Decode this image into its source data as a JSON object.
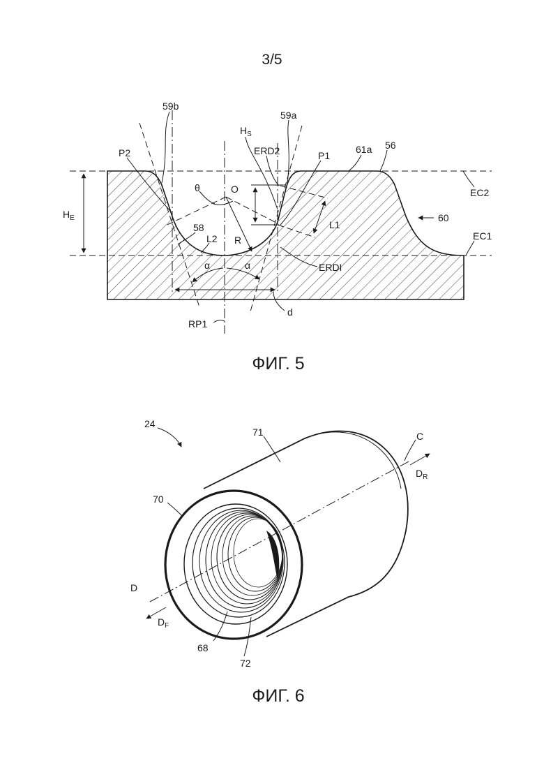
{
  "page": {
    "number": "3/5"
  },
  "figure5": {
    "caption": "ФИГ. 5",
    "labels": {
      "l59b": "59b",
      "l59a": "59a",
      "hs_main": "H",
      "hs_sub": "S",
      "erd2": "ERD2",
      "p1": "P1",
      "l61a": "61a",
      "l56": "56",
      "p2": "P2",
      "he_main": "H",
      "he_sub": "E",
      "theta": "θ",
      "o": "O",
      "ec2": "EC2",
      "l60": "60",
      "l58": "58",
      "l1": "L1",
      "ec1": "EC1",
      "l2": "L2",
      "r": "R",
      "erdi": "ERDI",
      "alpha_left": "α",
      "alpha_right": "α",
      "d": "d",
      "rp1": "RP1"
    }
  },
  "figure6": {
    "caption": "ФИГ. 6",
    "labels": {
      "l24": "24",
      "l71": "71",
      "c": "C",
      "dr_main": "D",
      "dr_sub": "R",
      "l70": "70",
      "d_axis": "D",
      "df_main": "D",
      "df_sub": "F",
      "l68": "68",
      "l72": "72"
    }
  }
}
